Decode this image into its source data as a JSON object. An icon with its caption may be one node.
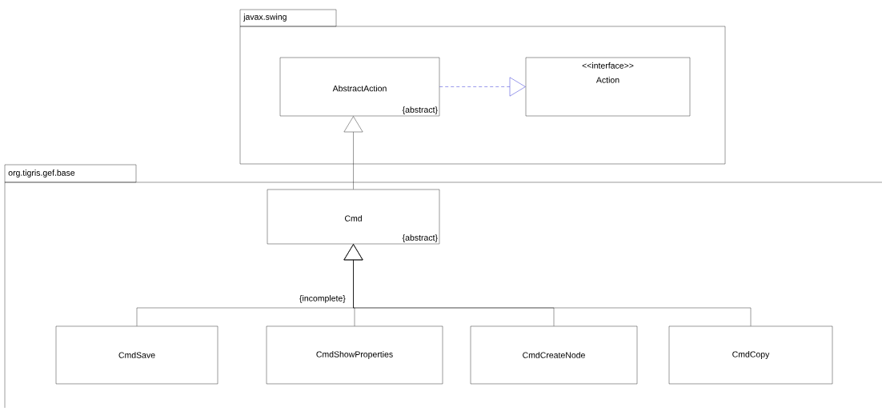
{
  "diagram": {
    "nodes": [
      {
        "text": [
          "javax.swing"
        ]
      },
      {
        "text": [
          "AbstractAction",
          "{abstract}"
        ],
        "in": 0
      },
      {
        "text": [
          "<<interface>>",
          "Action"
        ],
        "in": 0
      },
      {
        "text": [
          "org.tigris.gef.base"
        ]
      },
      {
        "text": [
          "Cmd",
          "{abstract}"
        ],
        "in": 3
      },
      {
        "text": [
          "CmdSave"
        ],
        "in": 3
      },
      {
        "text": [
          "CmdShowProperties"
        ],
        "in": 3
      },
      {
        "text": [
          "CmdCreateNode"
        ],
        "in": 3
      },
      {
        "text": [
          "CmdCopy"
        ],
        "in": 3
      }
    ],
    "edges": [
      {
        "from": 1,
        "to": 2,
        "arrow": "to",
        "style": "dashed",
        "color": "#0000cc"
      },
      {
        "from": 4,
        "to": 1,
        "arrow": "to"
      },
      {
        "from": 5,
        "to": 4,
        "arrow": "to"
      },
      {
        "from": 6,
        "to": 4,
        "arrow": "to"
      },
      {
        "from": 7,
        "to": 4,
        "arrow": "to"
      },
      {
        "from": 8,
        "to": 4,
        "arrow": "to"
      }
    ],
    "labels": [
      "{incomplete}"
    ]
  }
}
